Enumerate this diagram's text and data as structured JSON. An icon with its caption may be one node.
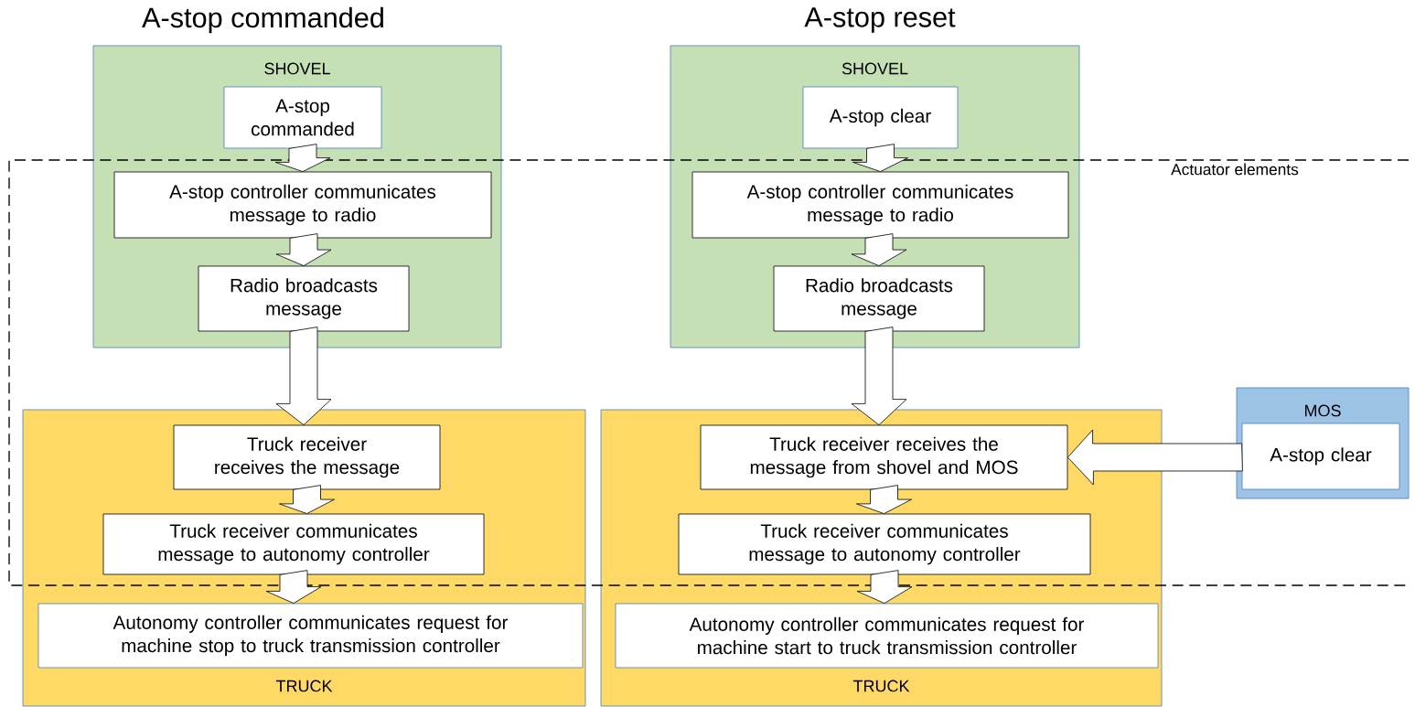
{
  "diagram": {
    "nodes": [
      {
        "text": [
          "SHOVEL"
        ]
      },
      {
        "text": [
          "A-stop commanded"
        ],
        "in": 0
      },
      {
        "text": [
          "A-stop controller communicates message to radio"
        ],
        "in": 0
      },
      {
        "text": [
          "Radio broadcasts message"
        ],
        "in": 0
      },
      {
        "text": [
          "TRUCK"
        ]
      },
      {
        "text": [
          "Truck receiver receives the message"
        ],
        "in": 4
      },
      {
        "text": [
          "Truck receiver communicates message to autonomy controller"
        ],
        "in": 4
      },
      {
        "text": [
          "Autonomy controller communicates request for machine stop to truck transmission controller"
        ],
        "in": 4
      },
      {
        "text": [
          "SHOVEL"
        ]
      },
      {
        "text": [
          "A-stop clear"
        ],
        "in": 8
      },
      {
        "text": [
          "A-stop controller communicates message to radio"
        ],
        "in": 8
      },
      {
        "text": [
          "Radio broadcasts message"
        ],
        "in": 8
      },
      {
        "text": [
          "TRUCK"
        ]
      },
      {
        "text": [
          "Truck receiver receives the message from shovel and MOS"
        ],
        "in": 12
      },
      {
        "text": [
          "Truck receiver communicates message to autonomy controller"
        ],
        "in": 12
      },
      {
        "text": [
          "Autonomy controller communicates request for machine start to truck transmission controller"
        ],
        "in": 12
      },
      {
        "text": [
          "MOS"
        ]
      },
      {
        "text": [
          "A-stop clear"
        ],
        "in": 16
      }
    ],
    "edges": [
      {
        "from": 1,
        "to": 2,
        "arrow": "to"
      },
      {
        "from": 2,
        "to": 3,
        "arrow": "to"
      },
      {
        "from": 3,
        "to": 5,
        "arrow": "to"
      },
      {
        "from": 5,
        "to": 6,
        "arrow": "to"
      },
      {
        "from": 6,
        "to": 7,
        "arrow": "to"
      },
      {
        "from": 9,
        "to": 10,
        "arrow": "to"
      },
      {
        "from": 10,
        "to": 11,
        "arrow": "to"
      },
      {
        "from": 11,
        "to": 13,
        "arrow": "to"
      },
      {
        "from": 13,
        "to": 14,
        "arrow": "to"
      },
      {
        "from": 14,
        "to": 15,
        "arrow": "to"
      },
      {
        "from": 17,
        "to": 13,
        "arrow": "to"
      }
    ],
    "labels": [
      "A-stop commanded",
      "A-stop reset",
      "Actuator elements"
    ]
  }
}
